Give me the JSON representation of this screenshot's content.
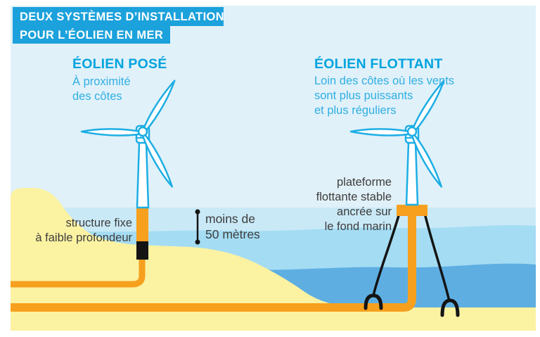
{
  "title": {
    "line1": "DEUX SYSTÈMES D’INSTALLATION",
    "line2": "POUR L’ÉOLIEN EN MER"
  },
  "fixed_system": {
    "heading": "ÉOLIEN POSÉ",
    "subtitle_line1": "À proximité",
    "subtitle_line2": "des côtes",
    "label_line1": "structure fixe",
    "label_line2": "à faible profondeur"
  },
  "floating_system": {
    "heading": "ÉOLIEN FLOTTANT",
    "subtitle_line1": "Loin des côtes où les vents",
    "subtitle_line2": "sont plus puissants",
    "subtitle_line3": "et plus réguliers",
    "label_line1": "plateforme",
    "label_line2": "flottante stable",
    "label_line3": "ancrée sur",
    "label_line4": "le fond marin"
  },
  "depth_note": {
    "line1": "moins de",
    "line2": "50 mètres"
  },
  "icons": {
    "fixed_turbine": "wind-turbine",
    "floating_turbine": "wind-turbine",
    "mooring_anchor": "anchor-arc",
    "depth_indicator": "vertical-measure-line"
  },
  "colors": {
    "title_bar": "#1ba1db",
    "heading_cyan": "#00a4de",
    "subtitle_blue": "#2fafe3",
    "dark_text": "#3d3d3c",
    "sky": "#e1f1f9",
    "sea_light": "#c9e9f7",
    "sea_mid": "#a4dcf3",
    "sea_deep": "#5eaee2",
    "sand": "#fbf2a2",
    "structure_orange": "#f6a01e",
    "turbine_cyan": "#1caee4",
    "black_parts": "#141414"
  }
}
